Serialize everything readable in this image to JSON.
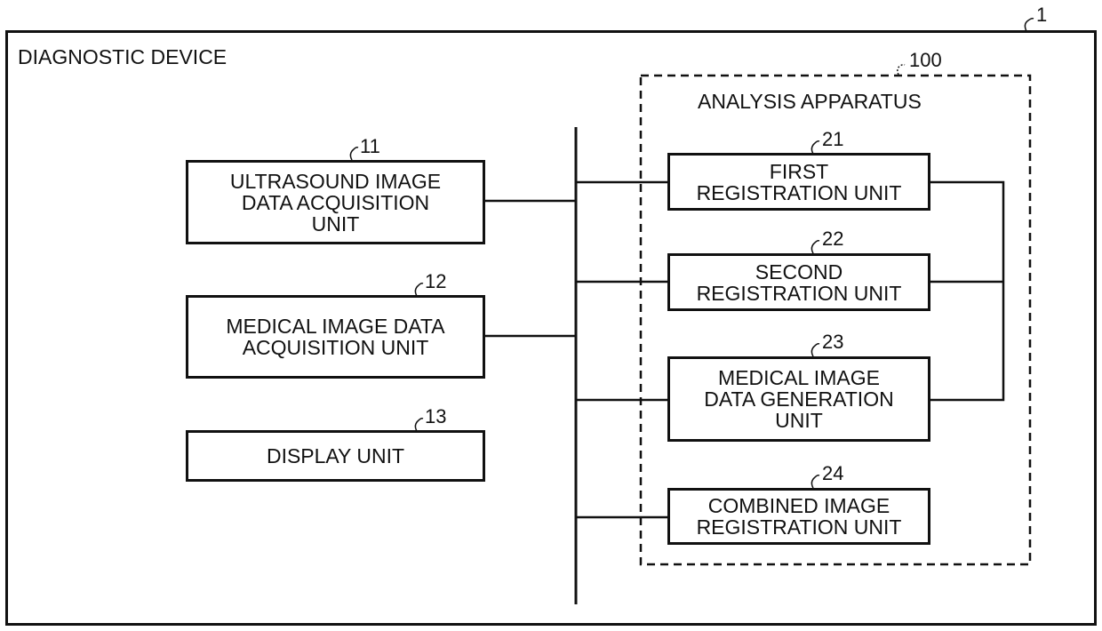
{
  "device": {
    "title": "DIAGNOSTIC DEVICE",
    "ref": "1"
  },
  "analysis_apparatus": {
    "title": "ANALYSIS APPARATUS",
    "ref": "100"
  },
  "left_units": [
    {
      "ref": "11",
      "label": "ULTRASOUND IMAGE\nDATA ACQUISITION\nUNIT"
    },
    {
      "ref": "12",
      "label": "MEDICAL IMAGE DATA\nACQUISITION UNIT"
    },
    {
      "ref": "13",
      "label": "DISPLAY UNIT"
    }
  ],
  "right_units": [
    {
      "ref": "21",
      "label": "FIRST\nREGISTRATION UNIT"
    },
    {
      "ref": "22",
      "label": "SECOND\nREGISTRATION UNIT"
    },
    {
      "ref": "23",
      "label": "MEDICAL IMAGE\nDATA GENERATION\nUNIT"
    },
    {
      "ref": "24",
      "label": "COMBINED IMAGE\nREGISTRATION UNIT"
    }
  ]
}
